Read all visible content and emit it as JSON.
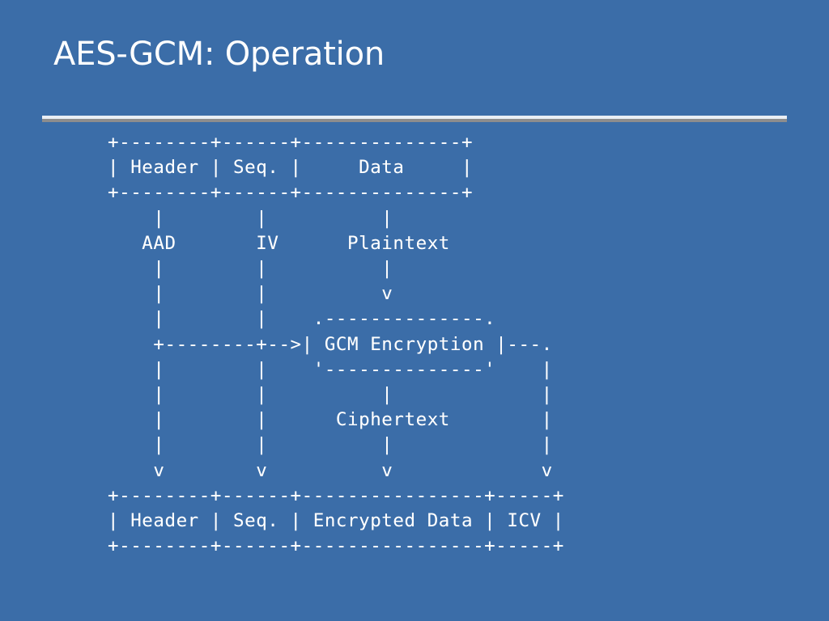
{
  "slide": {
    "background_color": "#3b6da8",
    "text_color": "#ffffff",
    "rule_color": "#e9eef4",
    "rule_shadow_color": "#8d8d8d"
  },
  "title": {
    "text": "AES-GCM: Operation"
  },
  "diagram": {
    "type": "ascii-art",
    "kind": "block-flow-diagram",
    "input_packet": {
      "top_border": "+--------+------+--------------+",
      "row": "| Header | Seq. |     Data     |",
      "bottom_border": "+--------+------+--------------+",
      "fields": [
        "Header",
        "Seq.",
        "Data"
      ]
    },
    "labels": {
      "aad": "AAD",
      "iv": "IV",
      "plaintext": "Plaintext",
      "ciphertext": "Ciphertext"
    },
    "process_box": {
      "top_border": ".--------------.",
      "row": "| GCM Encryption |",
      "bottom_border": "'--------------'",
      "label": "GCM Encryption"
    },
    "output_packet": {
      "top_border": "+--------+------+----------------+-----+",
      "row": "| Header | Seq. | Encrypted Data | ICV |",
      "bottom_border": "+--------+------+----------------+-----+",
      "fields": [
        "Header",
        "Seq.",
        "Encrypted Data",
        "ICV"
      ]
    },
    "art": "+--------+------+--------------+\n| Header | Seq. |     Data     |\n+--------+------+--------------+\n    |        |          |\n   AAD       IV      Plaintext\n    |        |          |\n    |        |          v\n    |        |    .--------------.\n    +--------+-->| GCM Encryption |---.\n    |        |    '--------------'    |\n    |        |          |             |\n    |        |      Ciphertext        |\n    |        |          |             |\n    v        v          v             v\n+--------+------+----------------+-----+\n| Header | Seq. | Encrypted Data | ICV |\n+--------+------+----------------+-----+"
  }
}
